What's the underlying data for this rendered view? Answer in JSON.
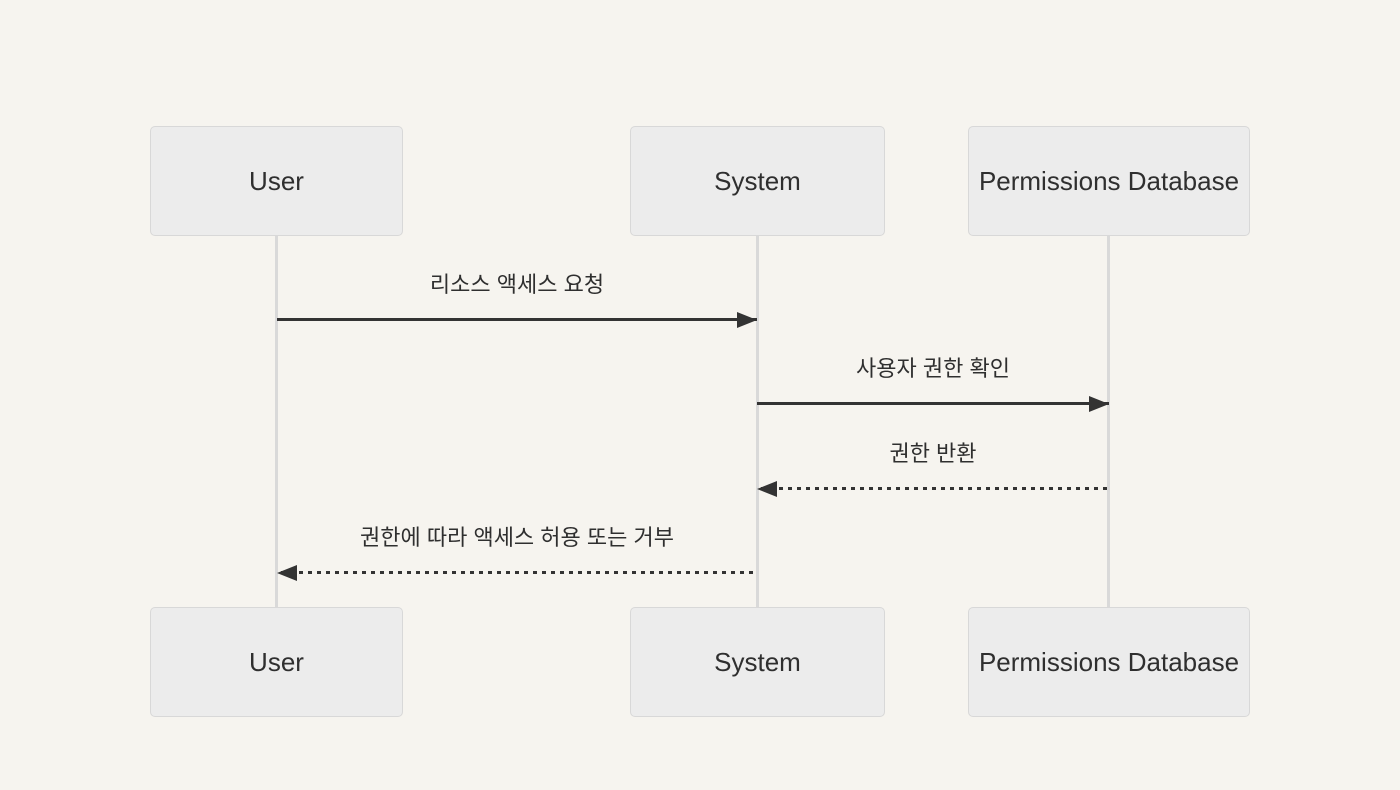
{
  "diagram": {
    "type": "sequence-diagram",
    "actors": [
      {
        "id": "user",
        "name": "User"
      },
      {
        "id": "system",
        "name": "System"
      },
      {
        "id": "permissions-database",
        "name": "Permissions Database"
      }
    ],
    "messages": [
      {
        "from": "User",
        "to": "System",
        "label": "리소스 액세스 요청",
        "line": "solid",
        "direction": "right"
      },
      {
        "from": "System",
        "to": "Permissions Database",
        "label": "사용자 권한 확인",
        "line": "solid",
        "direction": "right"
      },
      {
        "from": "Permissions Database",
        "to": "System",
        "label": "권한 반환",
        "line": "dashed",
        "direction": "left"
      },
      {
        "from": "System",
        "to": "User",
        "label": "권한에 따라 액세스 허용 또는 거부",
        "line": "dashed",
        "direction": "left"
      }
    ],
    "colors": {
      "background": "#F6F4EF",
      "actor_box_fill": "#ECECEC",
      "actor_box_border": "#D8D8D8",
      "lifeline": "#D9D9D9",
      "arrow": "#333333",
      "text": "#2F2F2F"
    }
  }
}
